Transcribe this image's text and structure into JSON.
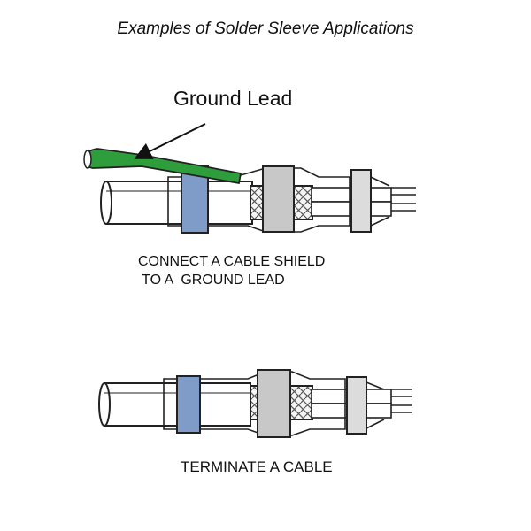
{
  "title": "Examples of Solder Sleeve Applications",
  "labels": {
    "ground_lead": "Ground Lead"
  },
  "captions": {
    "top_line1": "CONNECT A CABLE SHIELD",
    "top_line2": " TO A  GROUND LEAD",
    "bottom": "TERMINATE A CABLE"
  },
  "colors": {
    "ground_lead": "#2e9e3c",
    "solder_band": "#7f9cc8",
    "shield_sleeve": "#c8c8c8",
    "termination_ring": "#dcdcdc",
    "outline": "#222222"
  }
}
